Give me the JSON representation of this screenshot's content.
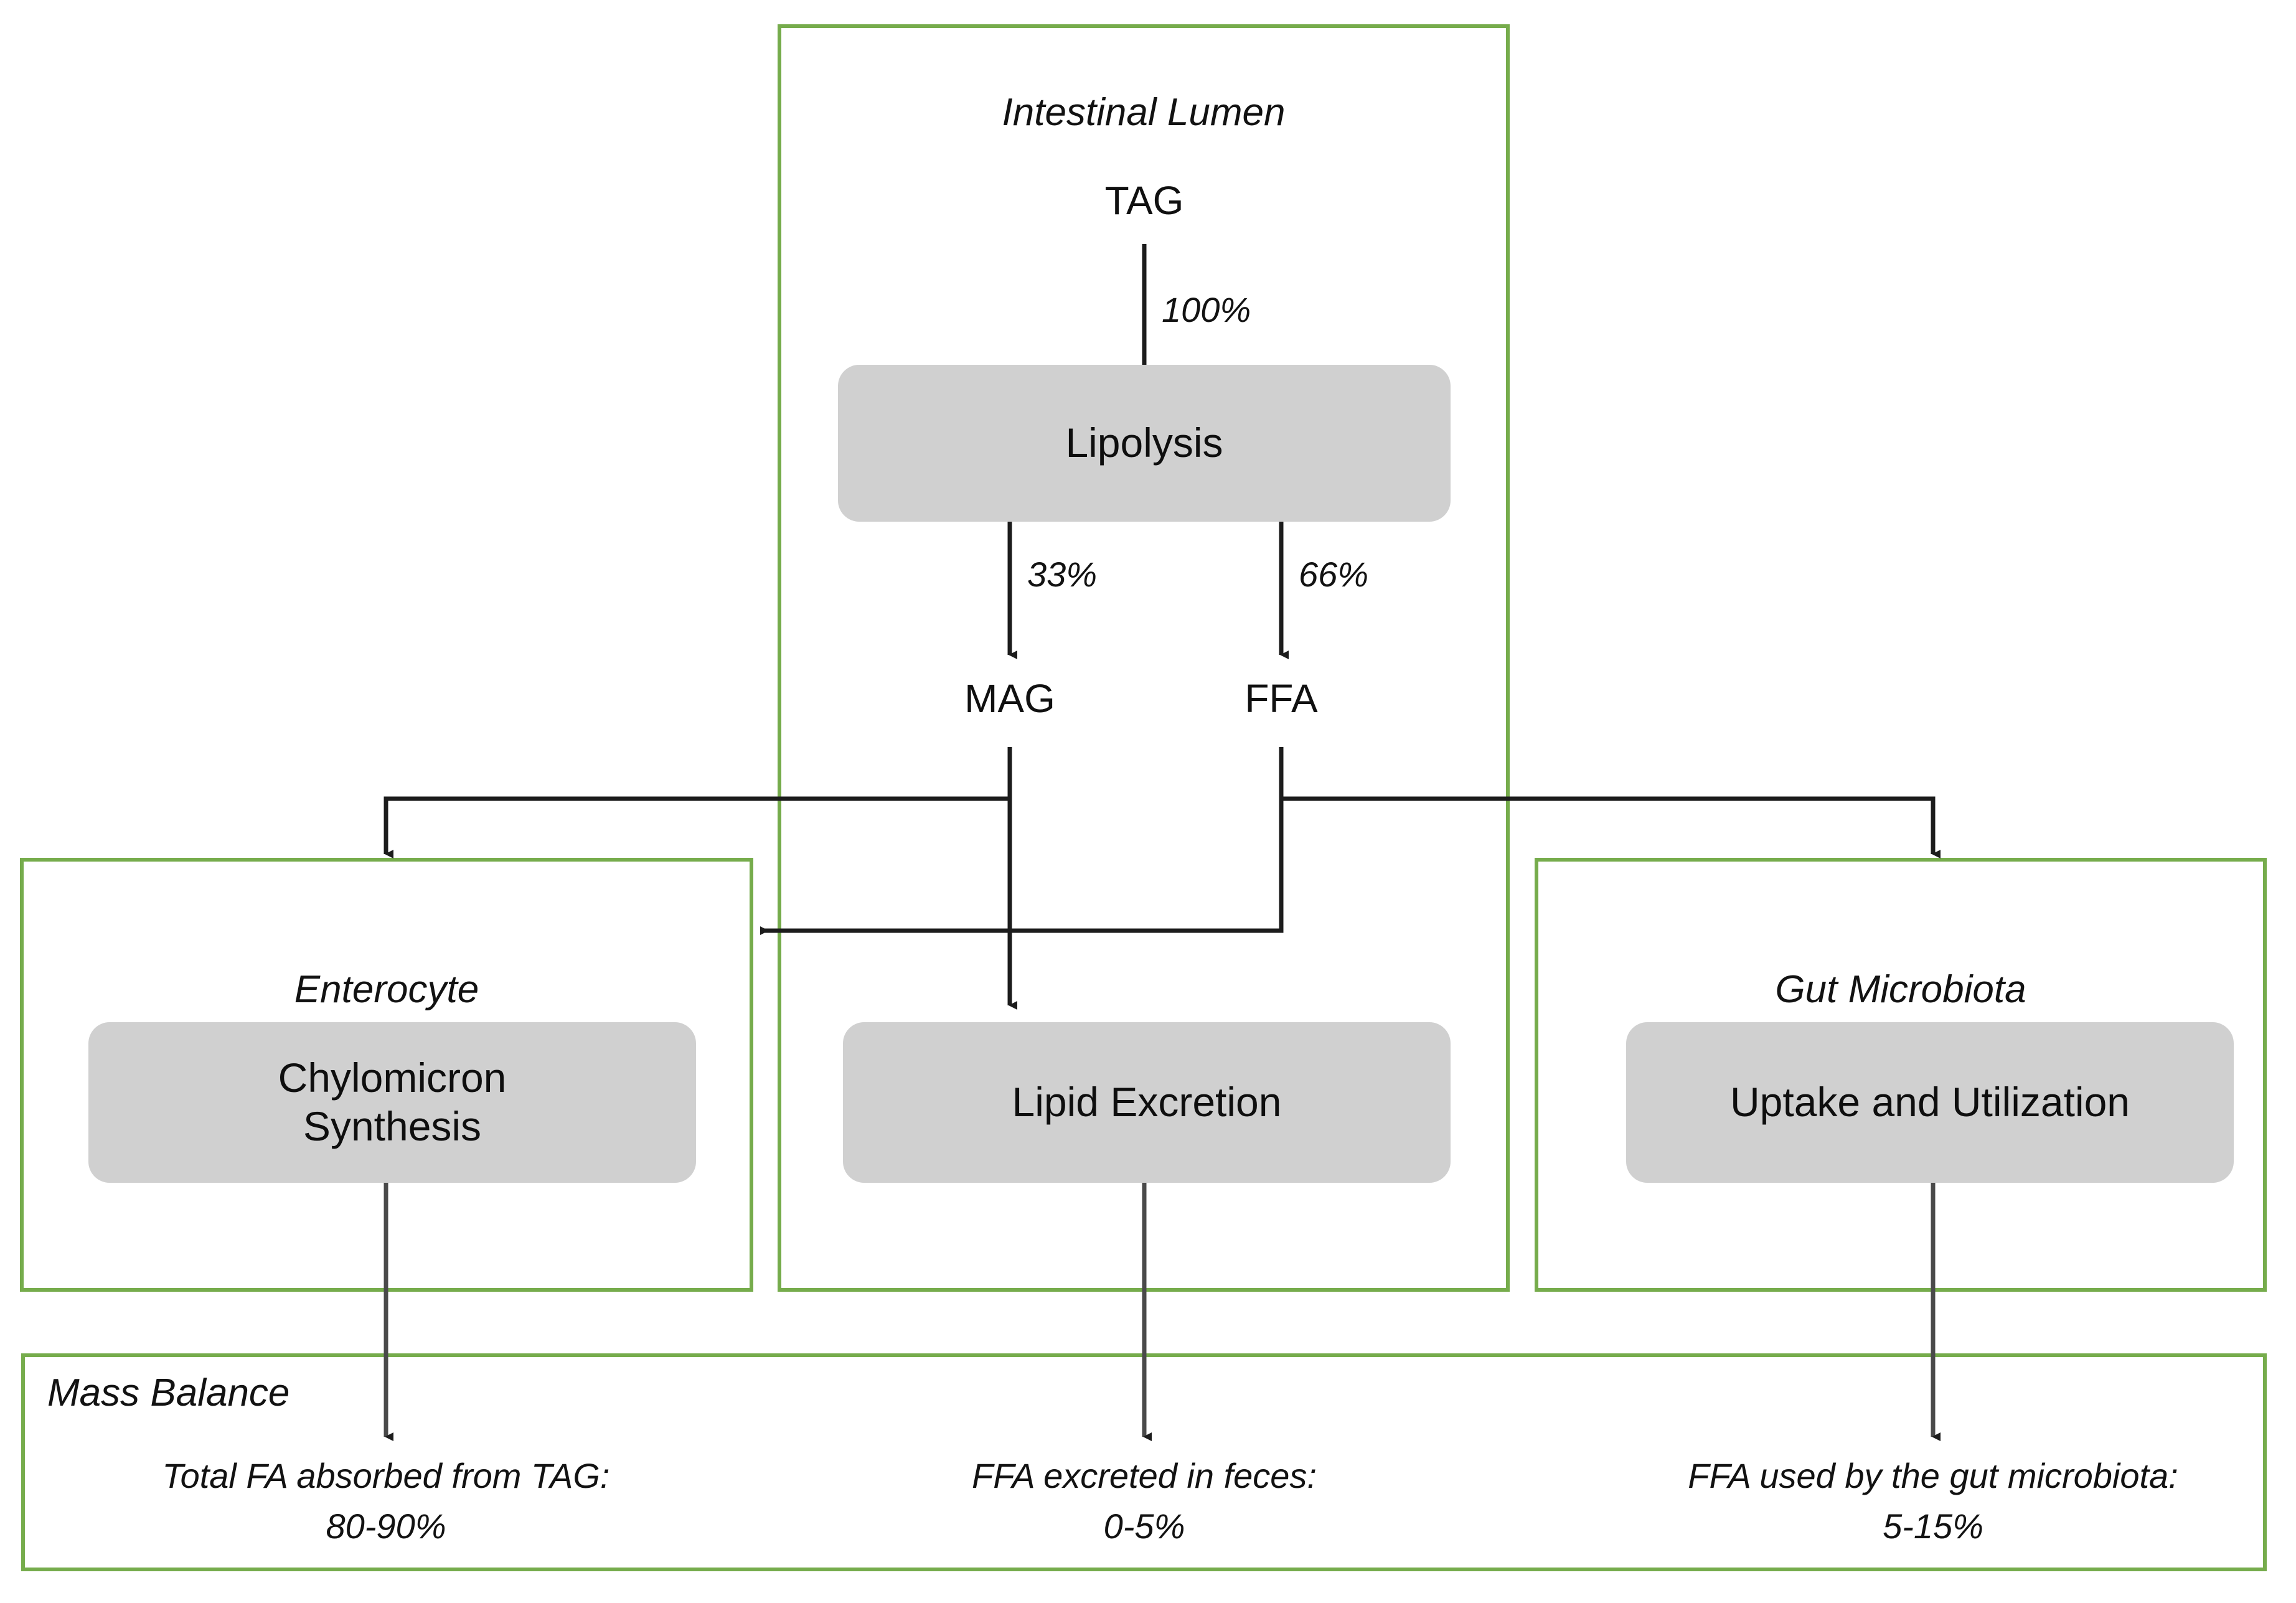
{
  "diagram": {
    "title_text": "",
    "accent_border_color": "#76ac4c",
    "node_fill_color": "#d0d0d0",
    "connector_color": "#2b2b2b"
  },
  "compartments": {
    "intestinal_lumen": {
      "label": "Intestinal Lumen"
    },
    "enterocyte": {
      "label": "Enterocyte"
    },
    "gut_microbiota": {
      "label": "Gut Microbiota"
    },
    "mass_balance": {
      "label": "Mass Balance"
    }
  },
  "metabolites": {
    "tag": "TAG",
    "mag": "MAG",
    "ffa": "FFA"
  },
  "processes": {
    "lipolysis": "Lipolysis",
    "chylomicron_synthesis": "Chylomicron\nSynthesis",
    "chylomicron_synthesis_line1": "Chylomicron",
    "chylomicron_synthesis_line2": "Synthesis",
    "lipid_excretion": "Lipid Excretion",
    "uptake_and_utilization": "Uptake and Utilization"
  },
  "fluxes": {
    "tag_to_lipolysis": "100%",
    "lipolysis_to_mag": "33%",
    "lipolysis_to_ffa": "66%"
  },
  "mass_balance_entries": [
    {
      "label": "Total FA absorbed from TAG:",
      "value": "80-90%"
    },
    {
      "label": "FFA excreted in feces:",
      "value": "0-5%"
    },
    {
      "label": "FFA used by the gut microbiota:",
      "value": "5-15%"
    }
  ]
}
